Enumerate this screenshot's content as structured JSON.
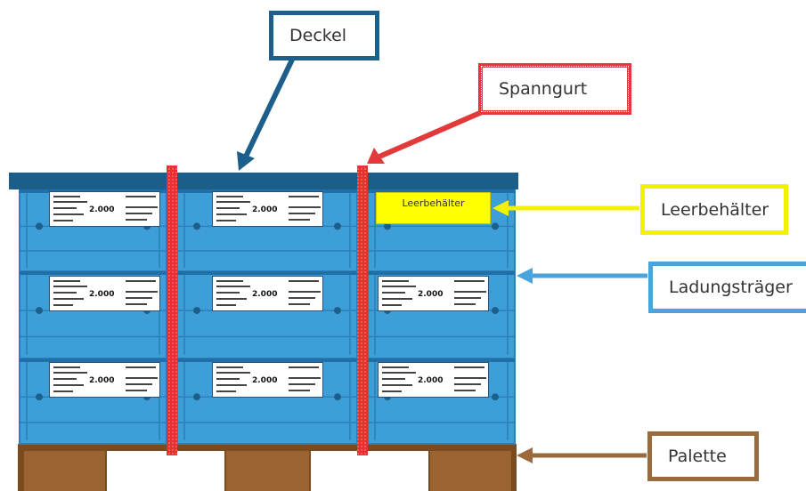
{
  "labels": {
    "deckel": "Deckel",
    "spanngurt": "Spanngurt",
    "leerbehaelter": "Leerbehälter",
    "ladungstraeger": "Ladungsträger",
    "palette": "Palette"
  },
  "empty_container_text": "Leerbehälter",
  "label_quantity": "2.000",
  "colors": {
    "lid": "#1b5e8a",
    "crate": "#3e9fd8",
    "strap": "#e8302f",
    "empty": "#ffff00",
    "pallet": "#8b5a2b",
    "deckel_border": "#1d5f8c",
    "spanngurt_border": "#e23a3a",
    "leer_border": "#f2f200",
    "ladung_border": "#4aa3dc",
    "palette_border": "#9a6a3c"
  }
}
